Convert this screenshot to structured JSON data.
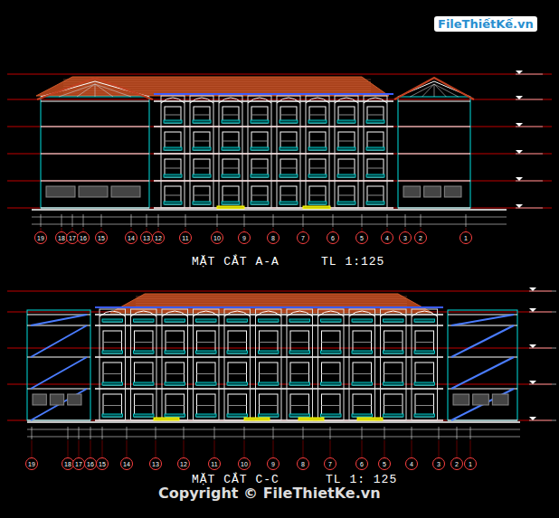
{
  "diagram": {
    "labels": [
      "FileThiếtKế.vn",
      "MẶT CẮT A-A",
      "TL 1:125",
      "MẶT CẮT C-C",
      "TL 1: 125",
      "Copyright © FileThietKe.vn",
      "19",
      "18",
      "17",
      "16",
      "15",
      "14",
      "13",
      "12",
      "11",
      "10",
      "9",
      "8",
      "7",
      "6",
      "5",
      "4",
      "3",
      "2",
      "1",
      "19",
      "18",
      "17",
      "16",
      "15",
      "14",
      "13",
      "12",
      "11",
      "10",
      "9",
      "8",
      "7",
      "6",
      "5",
      "4",
      "3",
      "2",
      "1"
    ]
  }
}
